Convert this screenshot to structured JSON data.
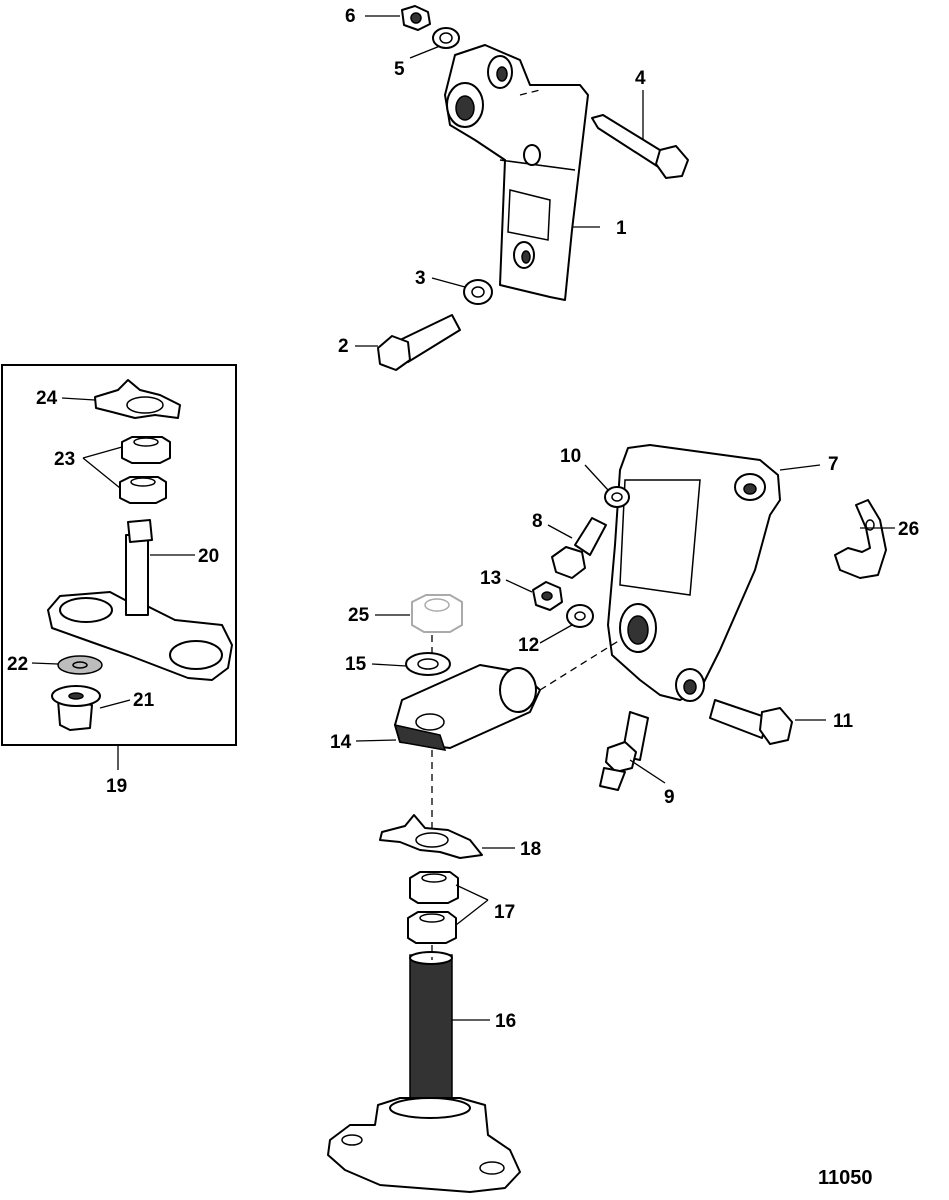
{
  "figure_number": "11050",
  "callouts": [
    {
      "key": "c1",
      "text": "1"
    },
    {
      "key": "c2",
      "text": "2"
    },
    {
      "key": "c3",
      "text": "3"
    },
    {
      "key": "c4",
      "text": "4"
    },
    {
      "key": "c5",
      "text": "5"
    },
    {
      "key": "c6",
      "text": "6"
    },
    {
      "key": "c7",
      "text": "7"
    },
    {
      "key": "c8",
      "text": "8"
    },
    {
      "key": "c9",
      "text": "9"
    },
    {
      "key": "c10",
      "text": "10"
    },
    {
      "key": "c11",
      "text": "11"
    },
    {
      "key": "c12",
      "text": "12"
    },
    {
      "key": "c13",
      "text": "13"
    },
    {
      "key": "c14",
      "text": "14"
    },
    {
      "key": "c15",
      "text": "15"
    },
    {
      "key": "c16",
      "text": "16"
    },
    {
      "key": "c17",
      "text": "17"
    },
    {
      "key": "c18",
      "text": "18"
    },
    {
      "key": "c19",
      "text": "19"
    },
    {
      "key": "c20",
      "text": "20"
    },
    {
      "key": "c21",
      "text": "21"
    },
    {
      "key": "c22",
      "text": "22"
    },
    {
      "key": "c23",
      "text": "23"
    },
    {
      "key": "c24",
      "text": "24"
    },
    {
      "key": "c25",
      "text": "25"
    },
    {
      "key": "c26",
      "text": "26"
    }
  ]
}
